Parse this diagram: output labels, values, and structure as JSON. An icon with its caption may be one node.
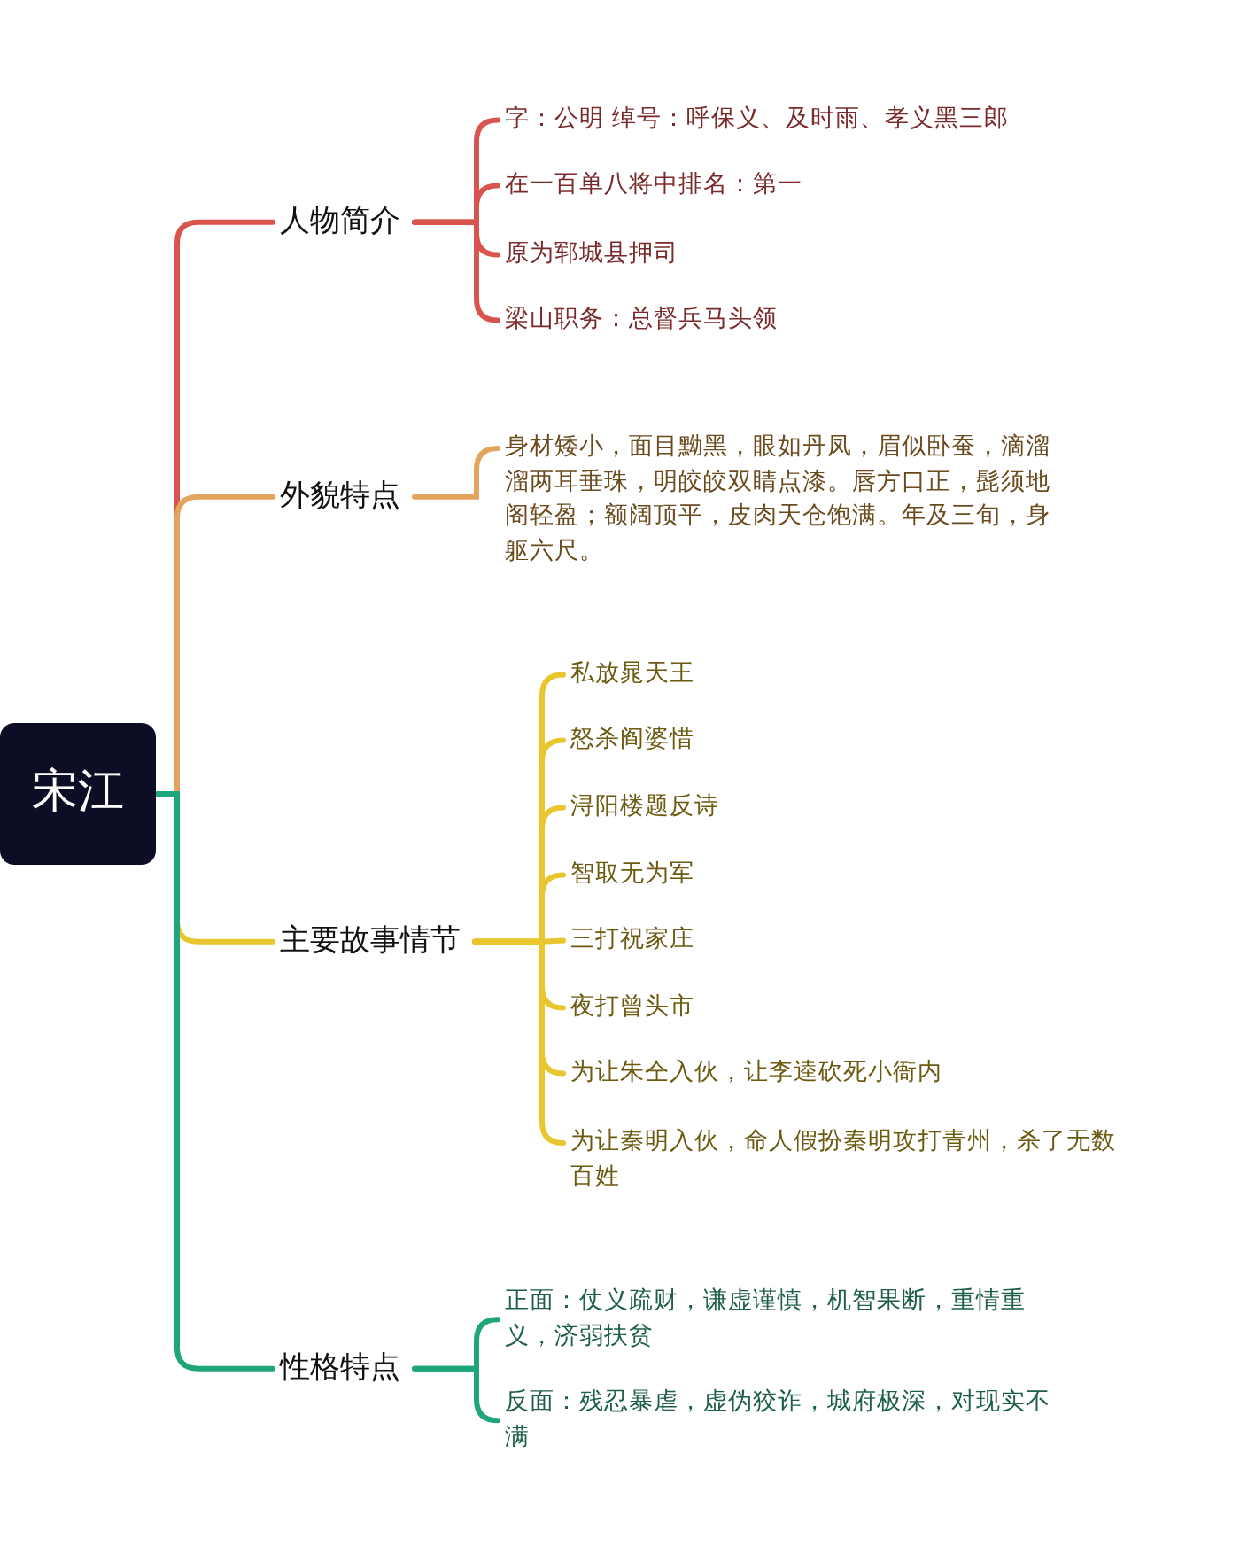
{
  "diagram": {
    "nodes": [
      {
        "text": [
          "宋江"
        ]
      },
      {
        "text": [
          "人物简介"
        ]
      },
      {
        "text": [
          "字：公明 绰号：呼保义、及时雨、孝义黑三郎"
        ]
      },
      {
        "text": [
          "在一百单八将中排名：第一"
        ]
      },
      {
        "text": [
          "原为郓城县押司"
        ]
      },
      {
        "text": [
          "梁山职务：总督兵马头领"
        ]
      },
      {
        "text": [
          "外貌特点"
        ]
      },
      {
        "text": [
          "身材矮小，面目黝黑，眼如丹凤，眉似卧蚕，滴溜溜两耳垂珠，明皎皎双睛点漆。唇方口正，髭须地阁轻盈；额阔顶平，皮肉天仓饱满。年及三旬，身躯六尺。"
        ]
      },
      {
        "text": [
          "主要故事情节"
        ]
      },
      {
        "text": [
          "私放晁天王"
        ]
      },
      {
        "text": [
          "怒杀阎婆惜"
        ]
      },
      {
        "text": [
          "浔阳楼题反诗"
        ]
      },
      {
        "text": [
          "智取无为军"
        ]
      },
      {
        "text": [
          "三打祝家庄"
        ]
      },
      {
        "text": [
          "夜打曾头市"
        ]
      },
      {
        "text": [
          "为让朱仝入伙，让李逵砍死小衙内"
        ]
      },
      {
        "text": [
          "为让秦明入伙，命人假扮秦明攻打青州，杀了无数百姓"
        ]
      },
      {
        "text": [
          "性格特点"
        ]
      },
      {
        "text": [
          "正面：仗义疏财，谦虚谨慎，机智果断，重情重义，济弱扶贫"
        ]
      },
      {
        "text": [
          "反面：残忍暴虐，虚伪狡诈，城府极深，对现实不满"
        ]
      }
    ],
    "edges": [
      {
        "from": 0,
        "to": 1,
        "arrow": "none",
        "color": "#d9534f"
      },
      {
        "from": 1,
        "to": 2,
        "arrow": "none",
        "color": "#d9534f"
      },
      {
        "from": 1,
        "to": 3,
        "arrow": "none",
        "color": "#d9534f"
      },
      {
        "from": 1,
        "to": 4,
        "arrow": "none",
        "color": "#d9534f"
      },
      {
        "from": 1,
        "to": 5,
        "arrow": "none",
        "color": "#d9534f"
      },
      {
        "from": 0,
        "to": 6,
        "arrow": "none",
        "color": "#e5a45e"
      },
      {
        "from": 6,
        "to": 7,
        "arrow": "none",
        "color": "#e5a45e"
      },
      {
        "from": 0,
        "to": 8,
        "arrow": "none",
        "color": "#e8c62e"
      },
      {
        "from": 8,
        "to": 9,
        "arrow": "none",
        "color": "#e8c62e"
      },
      {
        "from": 8,
        "to": 10,
        "arrow": "none",
        "color": "#e8c62e"
      },
      {
        "from": 8,
        "to": 11,
        "arrow": "none",
        "color": "#e8c62e"
      },
      {
        "from": 8,
        "to": 12,
        "arrow": "none",
        "color": "#e8c62e"
      },
      {
        "from": 8,
        "to": 13,
        "arrow": "none",
        "color": "#e8c62e"
      },
      {
        "from": 8,
        "to": 14,
        "arrow": "none",
        "color": "#e8c62e"
      },
      {
        "from": 8,
        "to": 15,
        "arrow": "none",
        "color": "#e8c62e"
      },
      {
        "from": 8,
        "to": 16,
        "arrow": "none",
        "color": "#e8c62e"
      },
      {
        "from": 0,
        "to": 17,
        "arrow": "none",
        "color": "#1fa57c"
      },
      {
        "from": 17,
        "to": 18,
        "arrow": "none",
        "color": "#1fa57c"
      },
      {
        "from": 17,
        "to": 19,
        "arrow": "none",
        "color": "#1fa57c"
      }
    ]
  }
}
